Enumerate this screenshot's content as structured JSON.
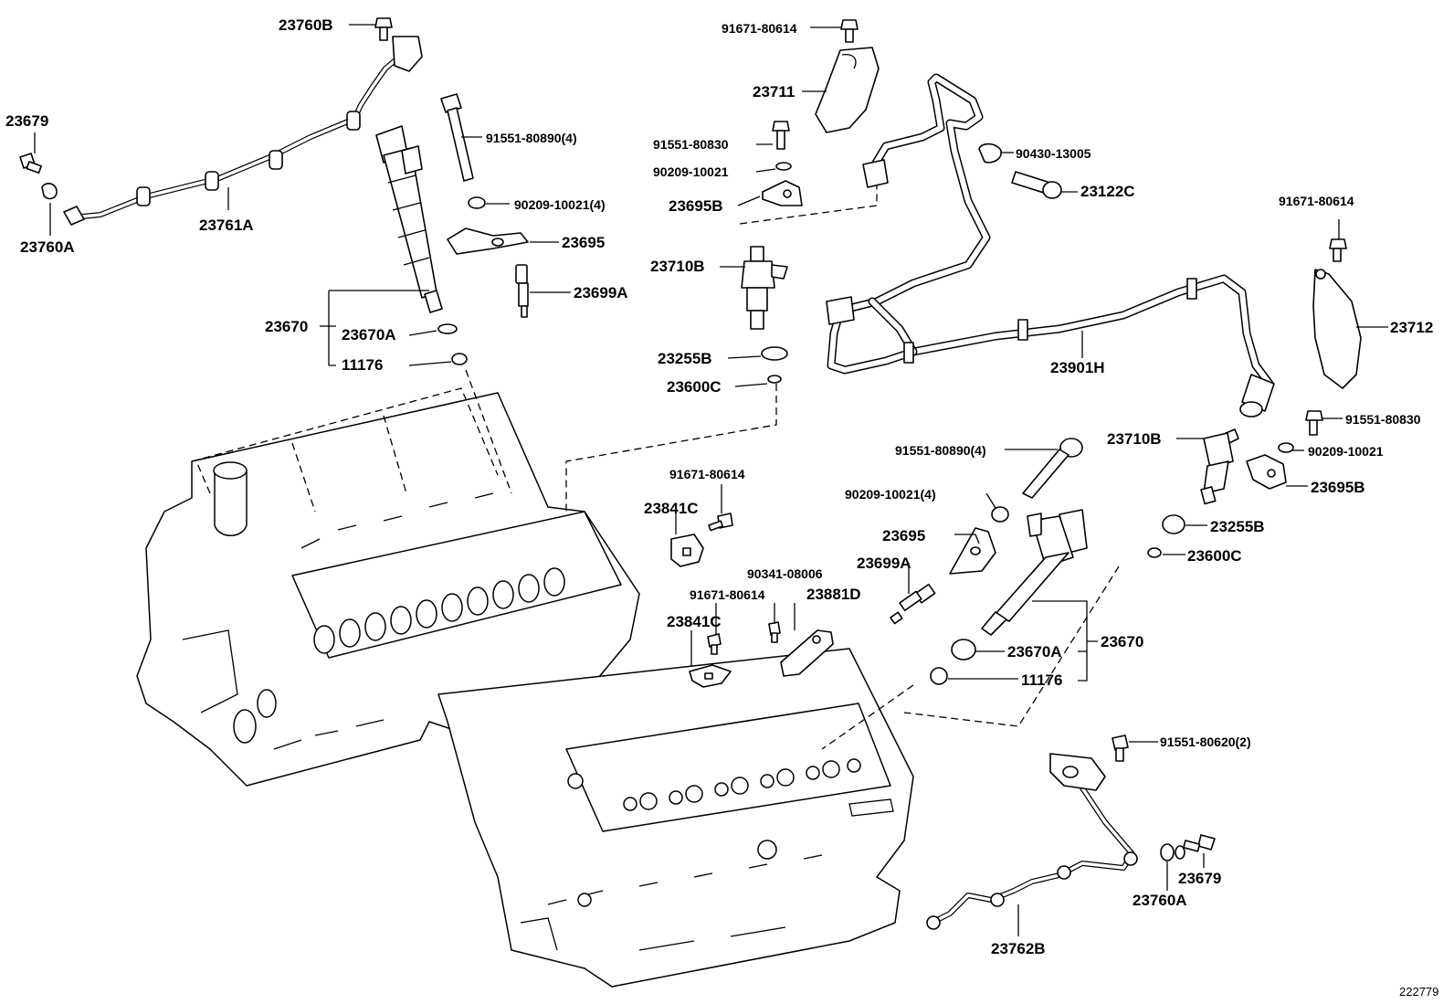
{
  "diagram_id": "222779",
  "labels": [
    {
      "key": "l1",
      "text": "23760B"
    },
    {
      "key": "l2",
      "text": "23679"
    },
    {
      "key": "l3",
      "text": "23760A"
    },
    {
      "key": "l4",
      "text": "23761A"
    },
    {
      "key": "l5",
      "text": "91551-80890(4)"
    },
    {
      "key": "l6",
      "text": "90209-10021(4)"
    },
    {
      "key": "l7",
      "text": "23695"
    },
    {
      "key": "l8",
      "text": "23699A"
    },
    {
      "key": "l9",
      "text": "23670"
    },
    {
      "key": "l10",
      "text": "23670A"
    },
    {
      "key": "l11",
      "text": "11176"
    },
    {
      "key": "l12",
      "text": "91671-80614"
    },
    {
      "key": "l13",
      "text": "23711"
    },
    {
      "key": "l14",
      "text": "91551-80830"
    },
    {
      "key": "l15",
      "text": "90209-10021"
    },
    {
      "key": "l16",
      "text": "23695B"
    },
    {
      "key": "l17",
      "text": "23710B"
    },
    {
      "key": "l18",
      "text": "23255B"
    },
    {
      "key": "l19",
      "text": "23600C"
    },
    {
      "key": "l20",
      "text": "90430-13005"
    },
    {
      "key": "l21",
      "text": "23122C"
    },
    {
      "key": "l22",
      "text": "91671-80614"
    },
    {
      "key": "l23",
      "text": "23712"
    },
    {
      "key": "l24",
      "text": "23901H"
    },
    {
      "key": "l25",
      "text": "91551-80830"
    },
    {
      "key": "l26",
      "text": "23710B"
    },
    {
      "key": "l27",
      "text": "90209-10021"
    },
    {
      "key": "l28",
      "text": "23695B"
    },
    {
      "key": "l29",
      "text": "91551-80890(4)"
    },
    {
      "key": "l30",
      "text": "90209-10021(4)"
    },
    {
      "key": "l31",
      "text": "23255B"
    },
    {
      "key": "l32",
      "text": "23600C"
    },
    {
      "key": "l33",
      "text": "23695"
    },
    {
      "key": "l34",
      "text": "23699A"
    },
    {
      "key": "l35",
      "text": "23670"
    },
    {
      "key": "l36",
      "text": "23670A"
    },
    {
      "key": "l37",
      "text": "11176"
    },
    {
      "key": "l38",
      "text": "91671-80614"
    },
    {
      "key": "l39",
      "text": "23841C"
    },
    {
      "key": "l40",
      "text": "90341-08006"
    },
    {
      "key": "l41",
      "text": "91671-80614"
    },
    {
      "key": "l42",
      "text": "23881D"
    },
    {
      "key": "l43",
      "text": "23841C"
    },
    {
      "key": "l44",
      "text": "91551-80620(2)"
    },
    {
      "key": "l45",
      "text": "23679"
    },
    {
      "key": "l46",
      "text": "23760A"
    },
    {
      "key": "l47",
      "text": "23762B"
    }
  ]
}
